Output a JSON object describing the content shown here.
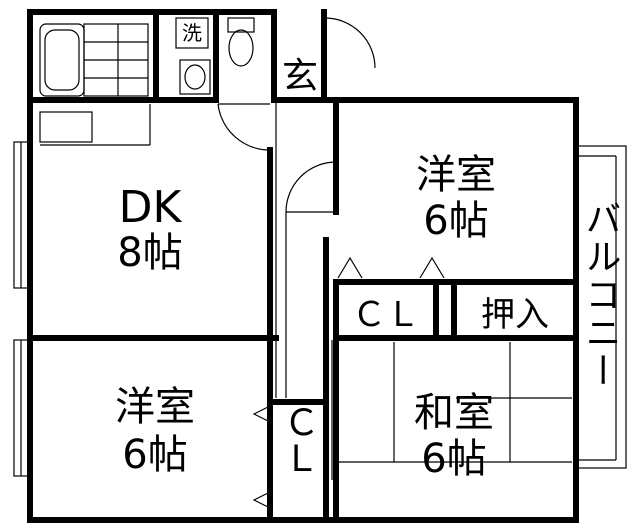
{
  "floor_plan": {
    "rooms": {
      "dk": {
        "name": "DK",
        "size": "8帖"
      },
      "western_upper": {
        "name": "洋室",
        "size": "6帖"
      },
      "western_lower": {
        "name": "洋室",
        "size": "6帖"
      },
      "japanese": {
        "name": "和室",
        "size": "6帖"
      }
    },
    "closet_upper": {
      "label": "ＣＬ"
    },
    "closet_lower": {
      "label": "ＣＬ"
    },
    "storage": {
      "label": "押入"
    },
    "entrance": {
      "label": "玄"
    },
    "washer": {
      "label": "洗"
    },
    "balcony": {
      "label": "バルコニー"
    }
  }
}
